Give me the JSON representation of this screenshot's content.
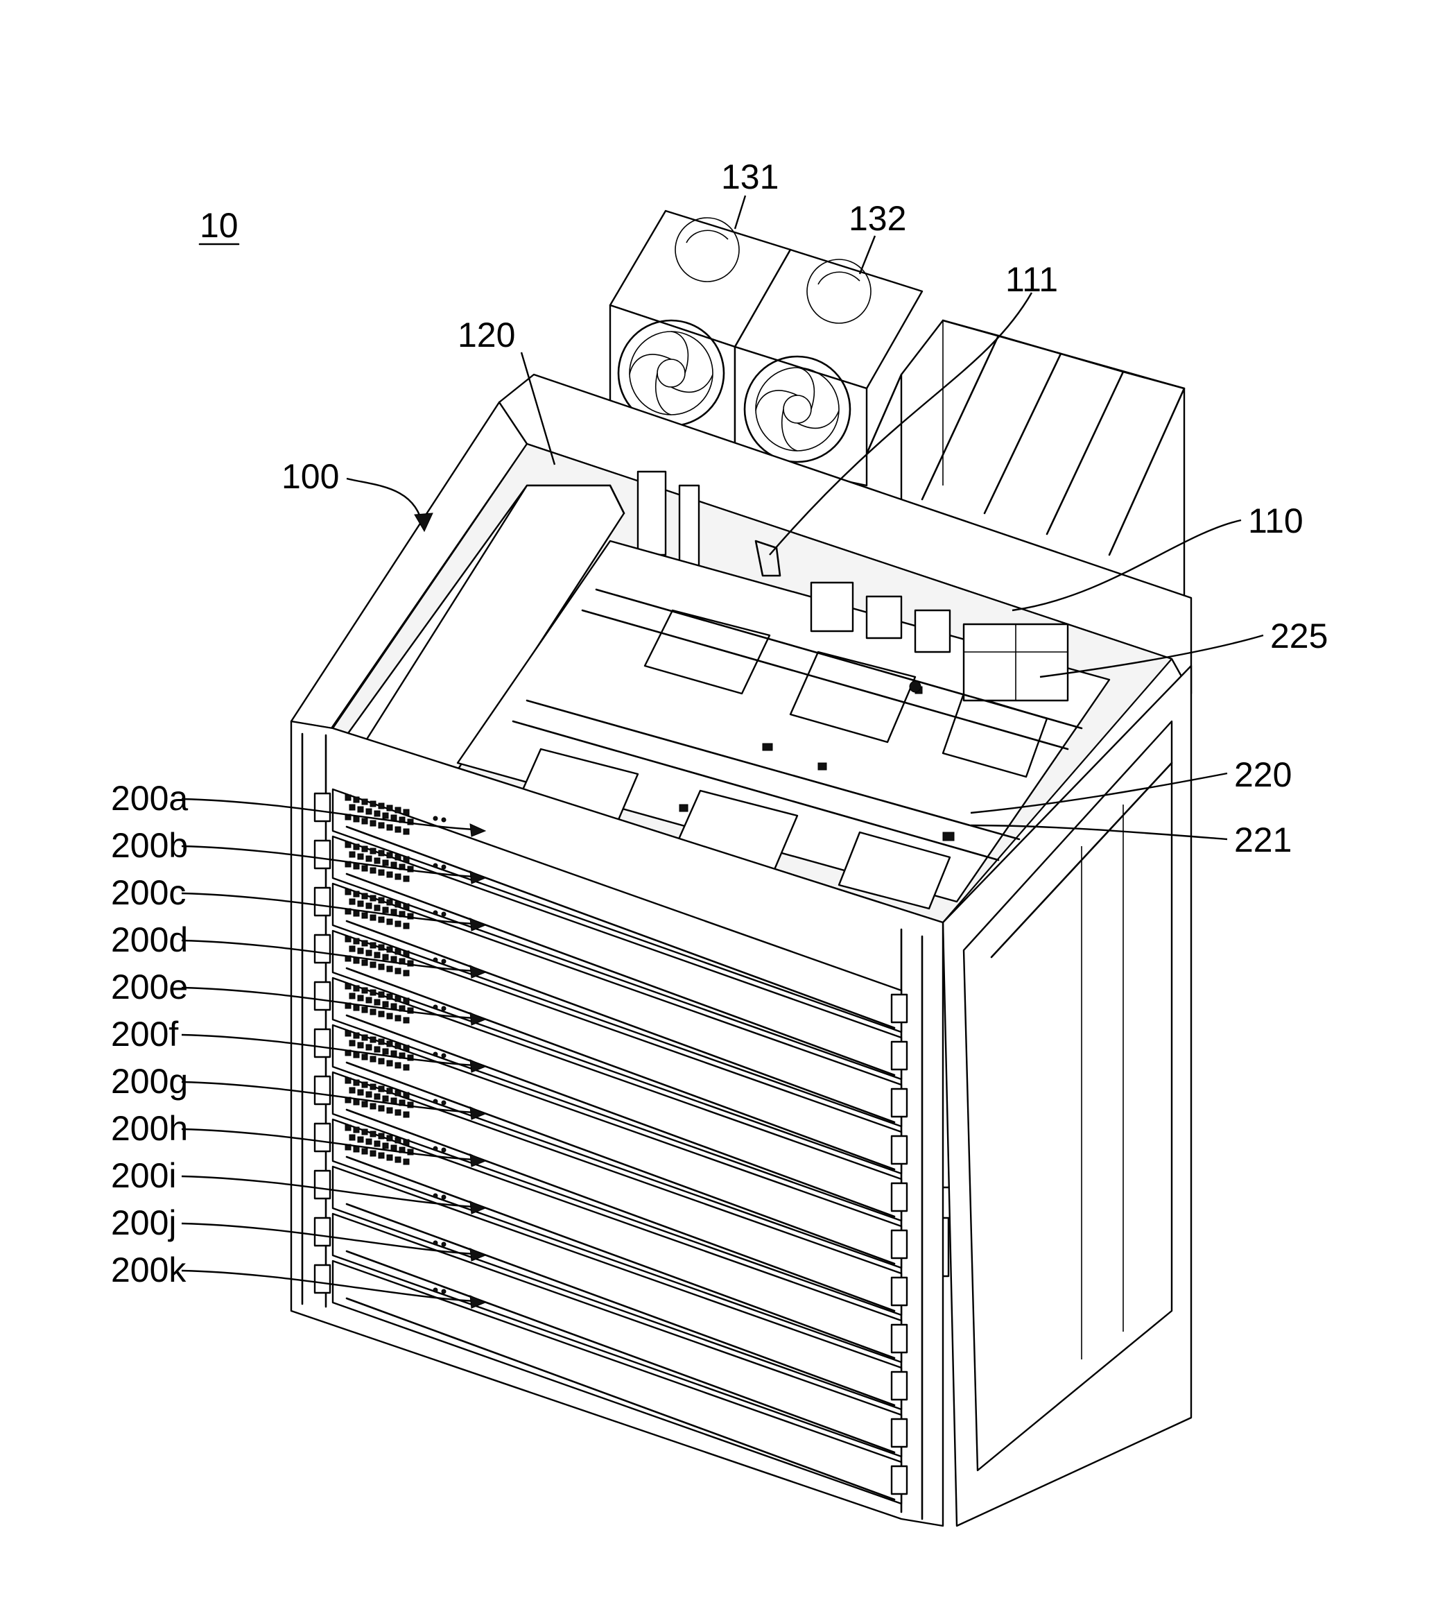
{
  "figure": {
    "ref": "10",
    "labels": {
      "fan_left": "131",
      "fan_right": "132",
      "cable": "111",
      "duct": "120",
      "chassis": "100",
      "backplane": "110",
      "connector": "225",
      "board": "220",
      "board_part": "221"
    },
    "slots": [
      "200a",
      "200b",
      "200c",
      "200d",
      "200e",
      "200f",
      "200g",
      "200h",
      "200i",
      "200j",
      "200k"
    ]
  }
}
